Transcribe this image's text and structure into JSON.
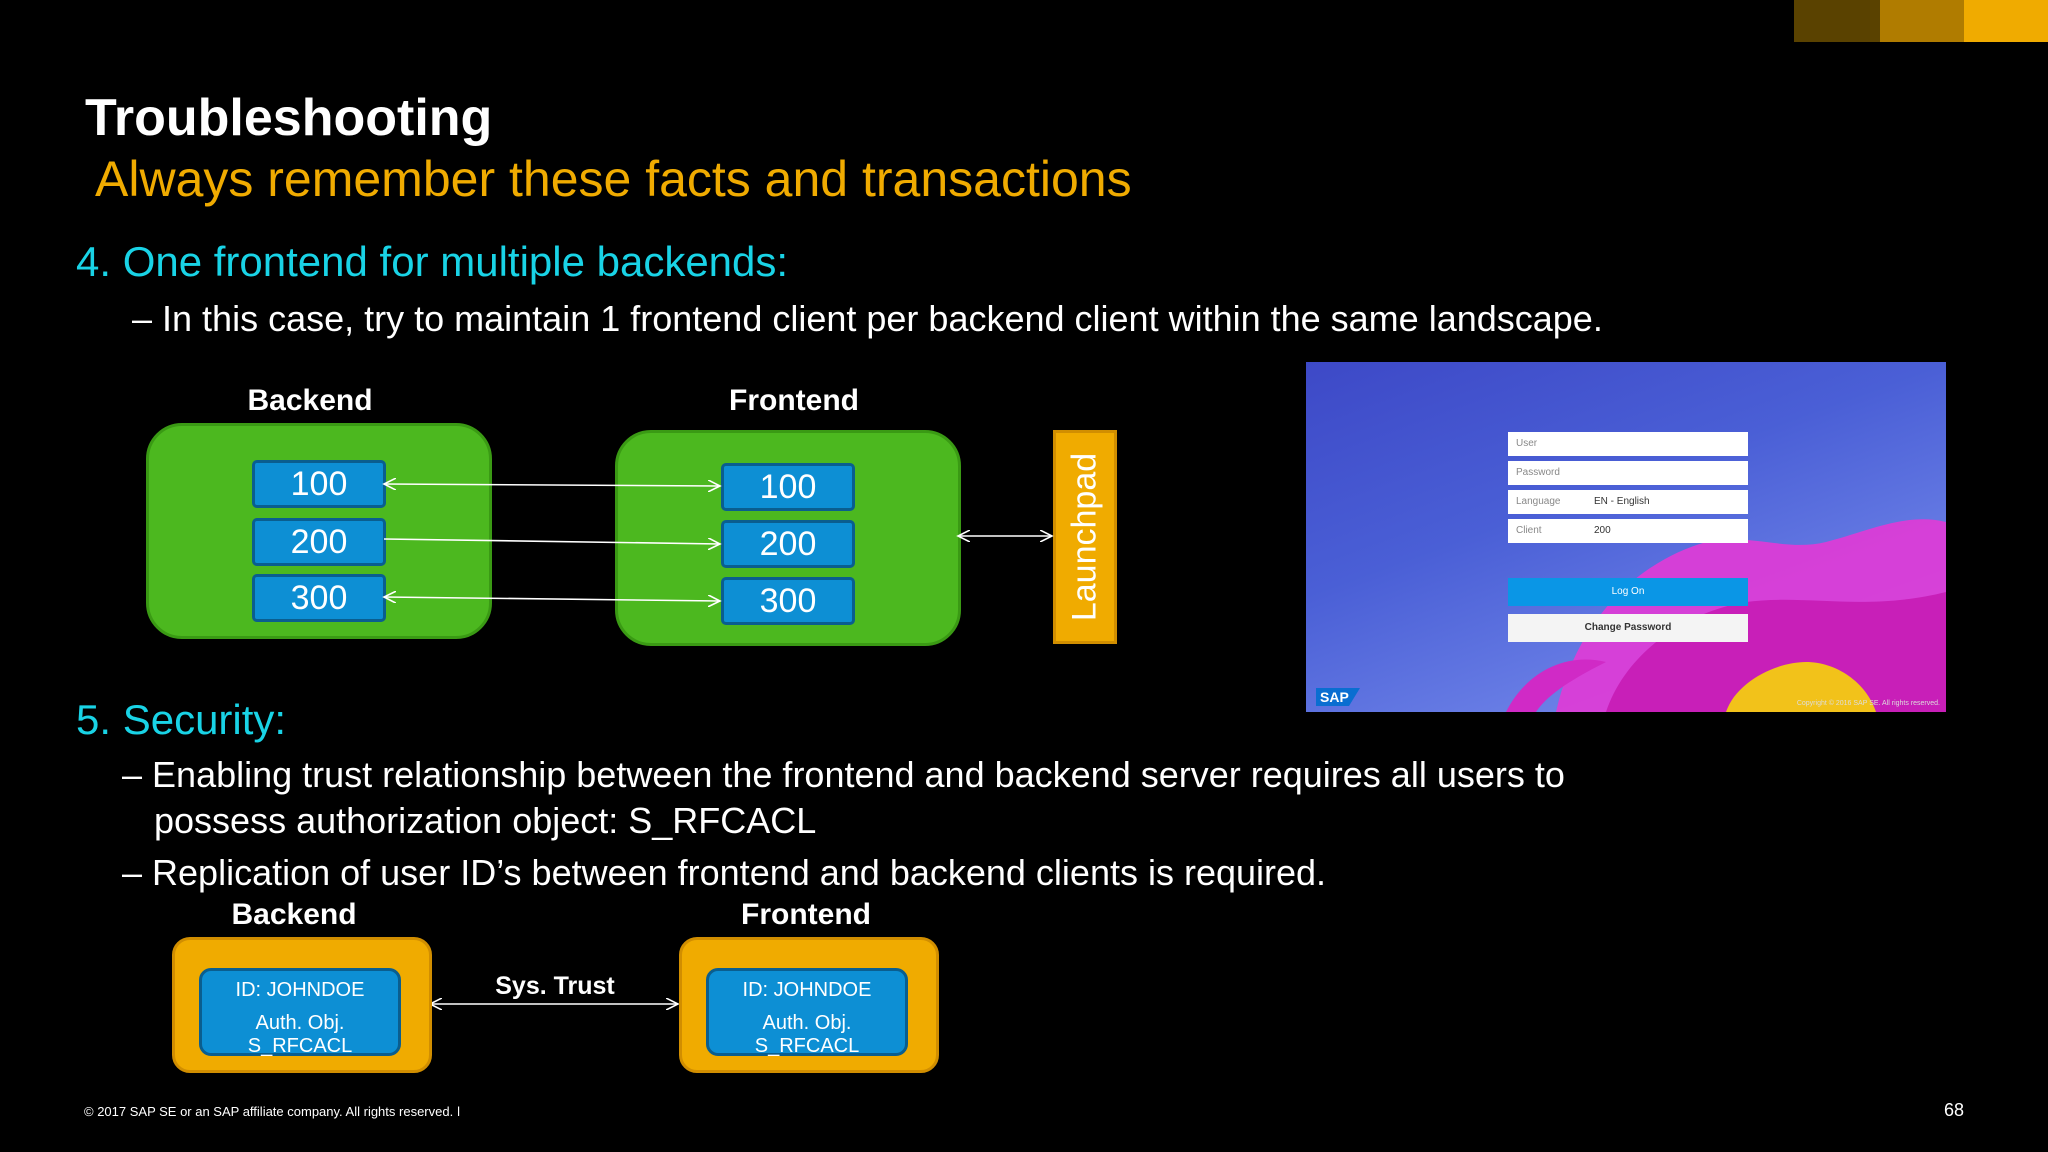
{
  "header": {
    "title": "Troubleshooting",
    "subtitle": "Always remember these facts and transactions"
  },
  "section4": {
    "heading": "4. One frontend for multiple backends:",
    "bullet": "In this case, try to maintain 1 frontend client per backend client within the same landscape."
  },
  "diagram1": {
    "backend_label": "Backend",
    "frontend_label": "Frontend",
    "backend_clients": [
      "100",
      "200",
      "300"
    ],
    "frontend_clients": [
      "100",
      "200",
      "300"
    ],
    "launchpad_label": "Launchpad"
  },
  "login_screen": {
    "user_placeholder": "User",
    "password_placeholder": "Password",
    "language_label": "Language",
    "language_value": "EN - English",
    "client_label": "Client",
    "client_value": "200",
    "logon_label": "Log On",
    "change_password_label": "Change Password",
    "logo_text": "SAP",
    "copyright": "Copyright © 2016 SAP SE. All rights reserved."
  },
  "section5": {
    "heading": "5. Security:",
    "bullet1_line1": "Enabling trust relationship between the frontend and backend server requires all users to",
    "bullet1_line2": "possess authorization object: S_RFCACL",
    "bullet2": "Replication of user ID’s between frontend and backend clients is required."
  },
  "diagram2": {
    "backend_label": "Backend",
    "frontend_label": "Frontend",
    "trust_label": "Sys. Trust",
    "backend_id": "ID: JOHNDOE",
    "backend_auth_line1": "Auth. Obj.",
    "backend_auth_line2": "S_RFCACL",
    "frontend_id": "ID: JOHNDOE",
    "frontend_auth_line1": "Auth. Obj.",
    "frontend_auth_line2": "S_RFCACL"
  },
  "footer": {
    "copyright": "© 2017 SAP SE or an SAP affiliate company. All rights reserved.  ǀ",
    "page_number": "68"
  },
  "colors": {
    "accent_gold": "#f0ab00",
    "heading_cyan": "#19d3e6",
    "green": "#4cb81f",
    "blue": "#0d8fd4"
  }
}
